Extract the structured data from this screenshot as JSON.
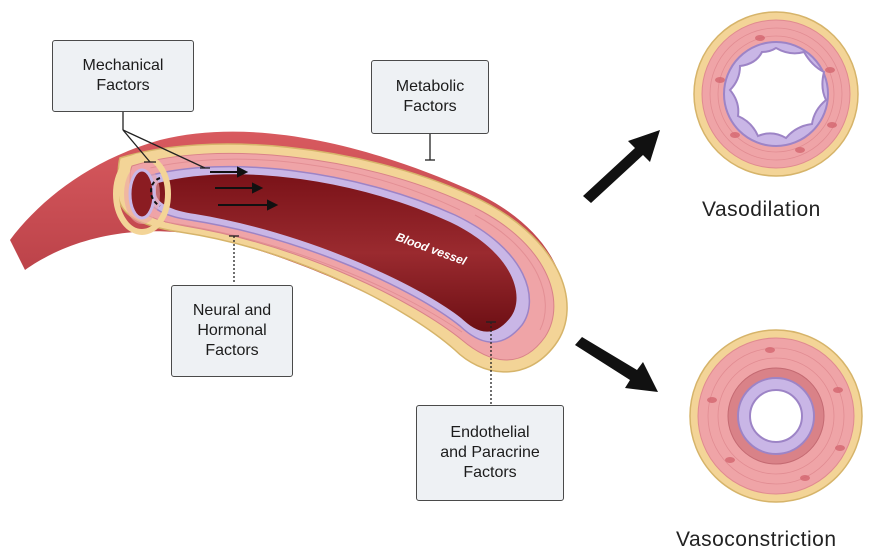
{
  "labels": {
    "mechanical": "Mechanical\nFactors",
    "metabolic": "Metabolic\nFactors",
    "neural": "Neural and\nHormonal\nFactors",
    "endothelial": "Endothelial\nand Paracrine\nFactors"
  },
  "vessel_text": "Blood vessel",
  "outcomes": {
    "dilation": "Vasodilation",
    "constriction": "Vasoconstriction"
  },
  "colors": {
    "outer_wall": "#c9464c",
    "media": "#efa4a7",
    "adventitia": "#f3d497",
    "intima": "#c9b6e6",
    "lumen": "#8b1c22",
    "arrow": "#111111"
  }
}
